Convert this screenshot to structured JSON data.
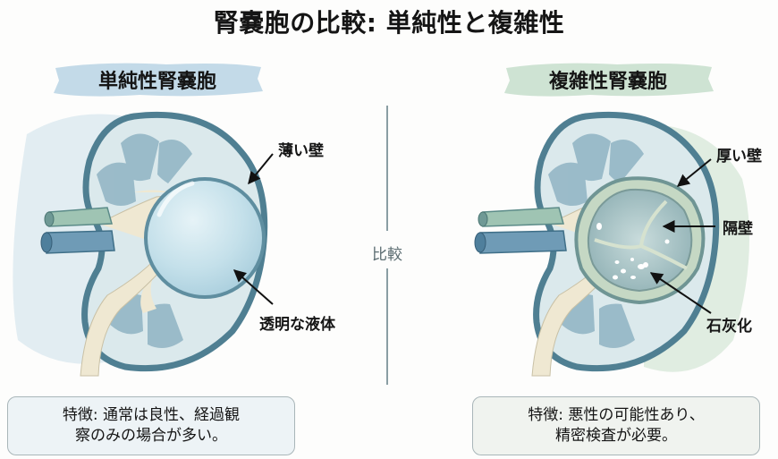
{
  "title": "腎嚢胞の比較: 単純性と複雑性",
  "divider_label": "比較",
  "panels": [
    {
      "id": "simple",
      "header": "単純性腎嚢胞",
      "header_color": "#b9d4e4",
      "callouts": [
        {
          "label": "薄い壁",
          "target": "cyst-wall"
        },
        {
          "label": "透明な液体",
          "target": "cyst-fluid"
        }
      ],
      "note": {
        "line1": "特徴: 通常は良性、経過観",
        "line2": "察のみの場合が多い。"
      }
    },
    {
      "id": "complex",
      "header": "複雑性腎嚢胞",
      "header_color": "#c6decb",
      "callouts": [
        {
          "label": "厚い壁",
          "target": "cyst-wall"
        },
        {
          "label": "隔壁",
          "target": "septum"
        },
        {
          "label": "石灰化",
          "target": "calcification"
        }
      ],
      "note": {
        "line1": "特徴: 悪性の可能性あり、",
        "line2": "精密検査が必要。"
      }
    }
  ],
  "colors": {
    "kidney_outline": "#4f7f92",
    "kidney_cortex": "#dbe9ec",
    "pyramid": "#8fb3c3",
    "pelvis": "#efe8d2",
    "simple_cyst": "#c4e0ea",
    "complex_cyst": "#9fbcbf",
    "artery": "#9fc4b3",
    "vein": "#6f9bb6"
  }
}
